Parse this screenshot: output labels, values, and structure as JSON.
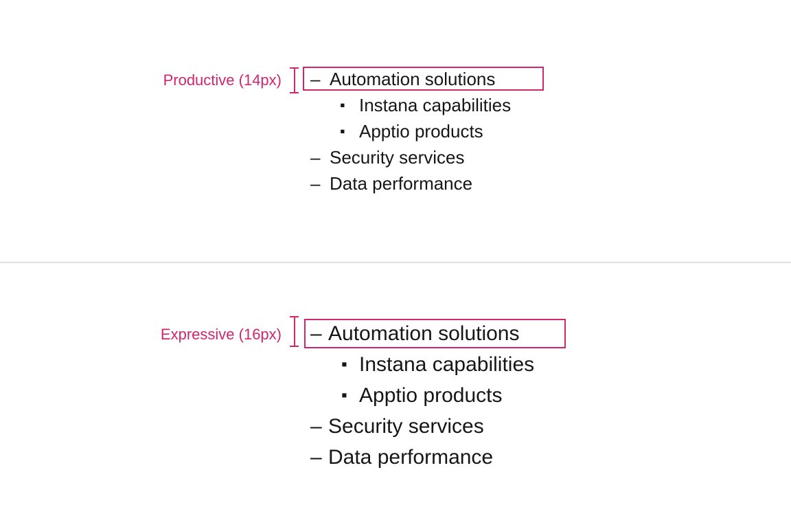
{
  "colors": {
    "accent": "#d02670",
    "text": "#161616",
    "divider": "#e0e0e0",
    "background": "#ffffff"
  },
  "markers": {
    "dash": "–",
    "square": "▪"
  },
  "sections": [
    {
      "id": "productive",
      "label": "Productive (14px)",
      "items": [
        {
          "text": "Automation solutions",
          "level": 1,
          "highlighted": true
        },
        {
          "text": "Instana capabilities",
          "level": 2,
          "highlighted": false
        },
        {
          "text": "Apptio products",
          "level": 2,
          "highlighted": false
        },
        {
          "text": "Security services",
          "level": 1,
          "highlighted": false
        },
        {
          "text": "Data performance",
          "level": 1,
          "highlighted": false
        }
      ]
    },
    {
      "id": "expressive",
      "label": "Expressive (16px)",
      "items": [
        {
          "text": "Automation solutions",
          "level": 1,
          "highlighted": true
        },
        {
          "text": "Instana capabilities",
          "level": 2,
          "highlighted": false
        },
        {
          "text": "Apptio products",
          "level": 2,
          "highlighted": false
        },
        {
          "text": "Security services",
          "level": 1,
          "highlighted": false
        },
        {
          "text": "Data performance",
          "level": 1,
          "highlighted": false
        }
      ]
    }
  ]
}
